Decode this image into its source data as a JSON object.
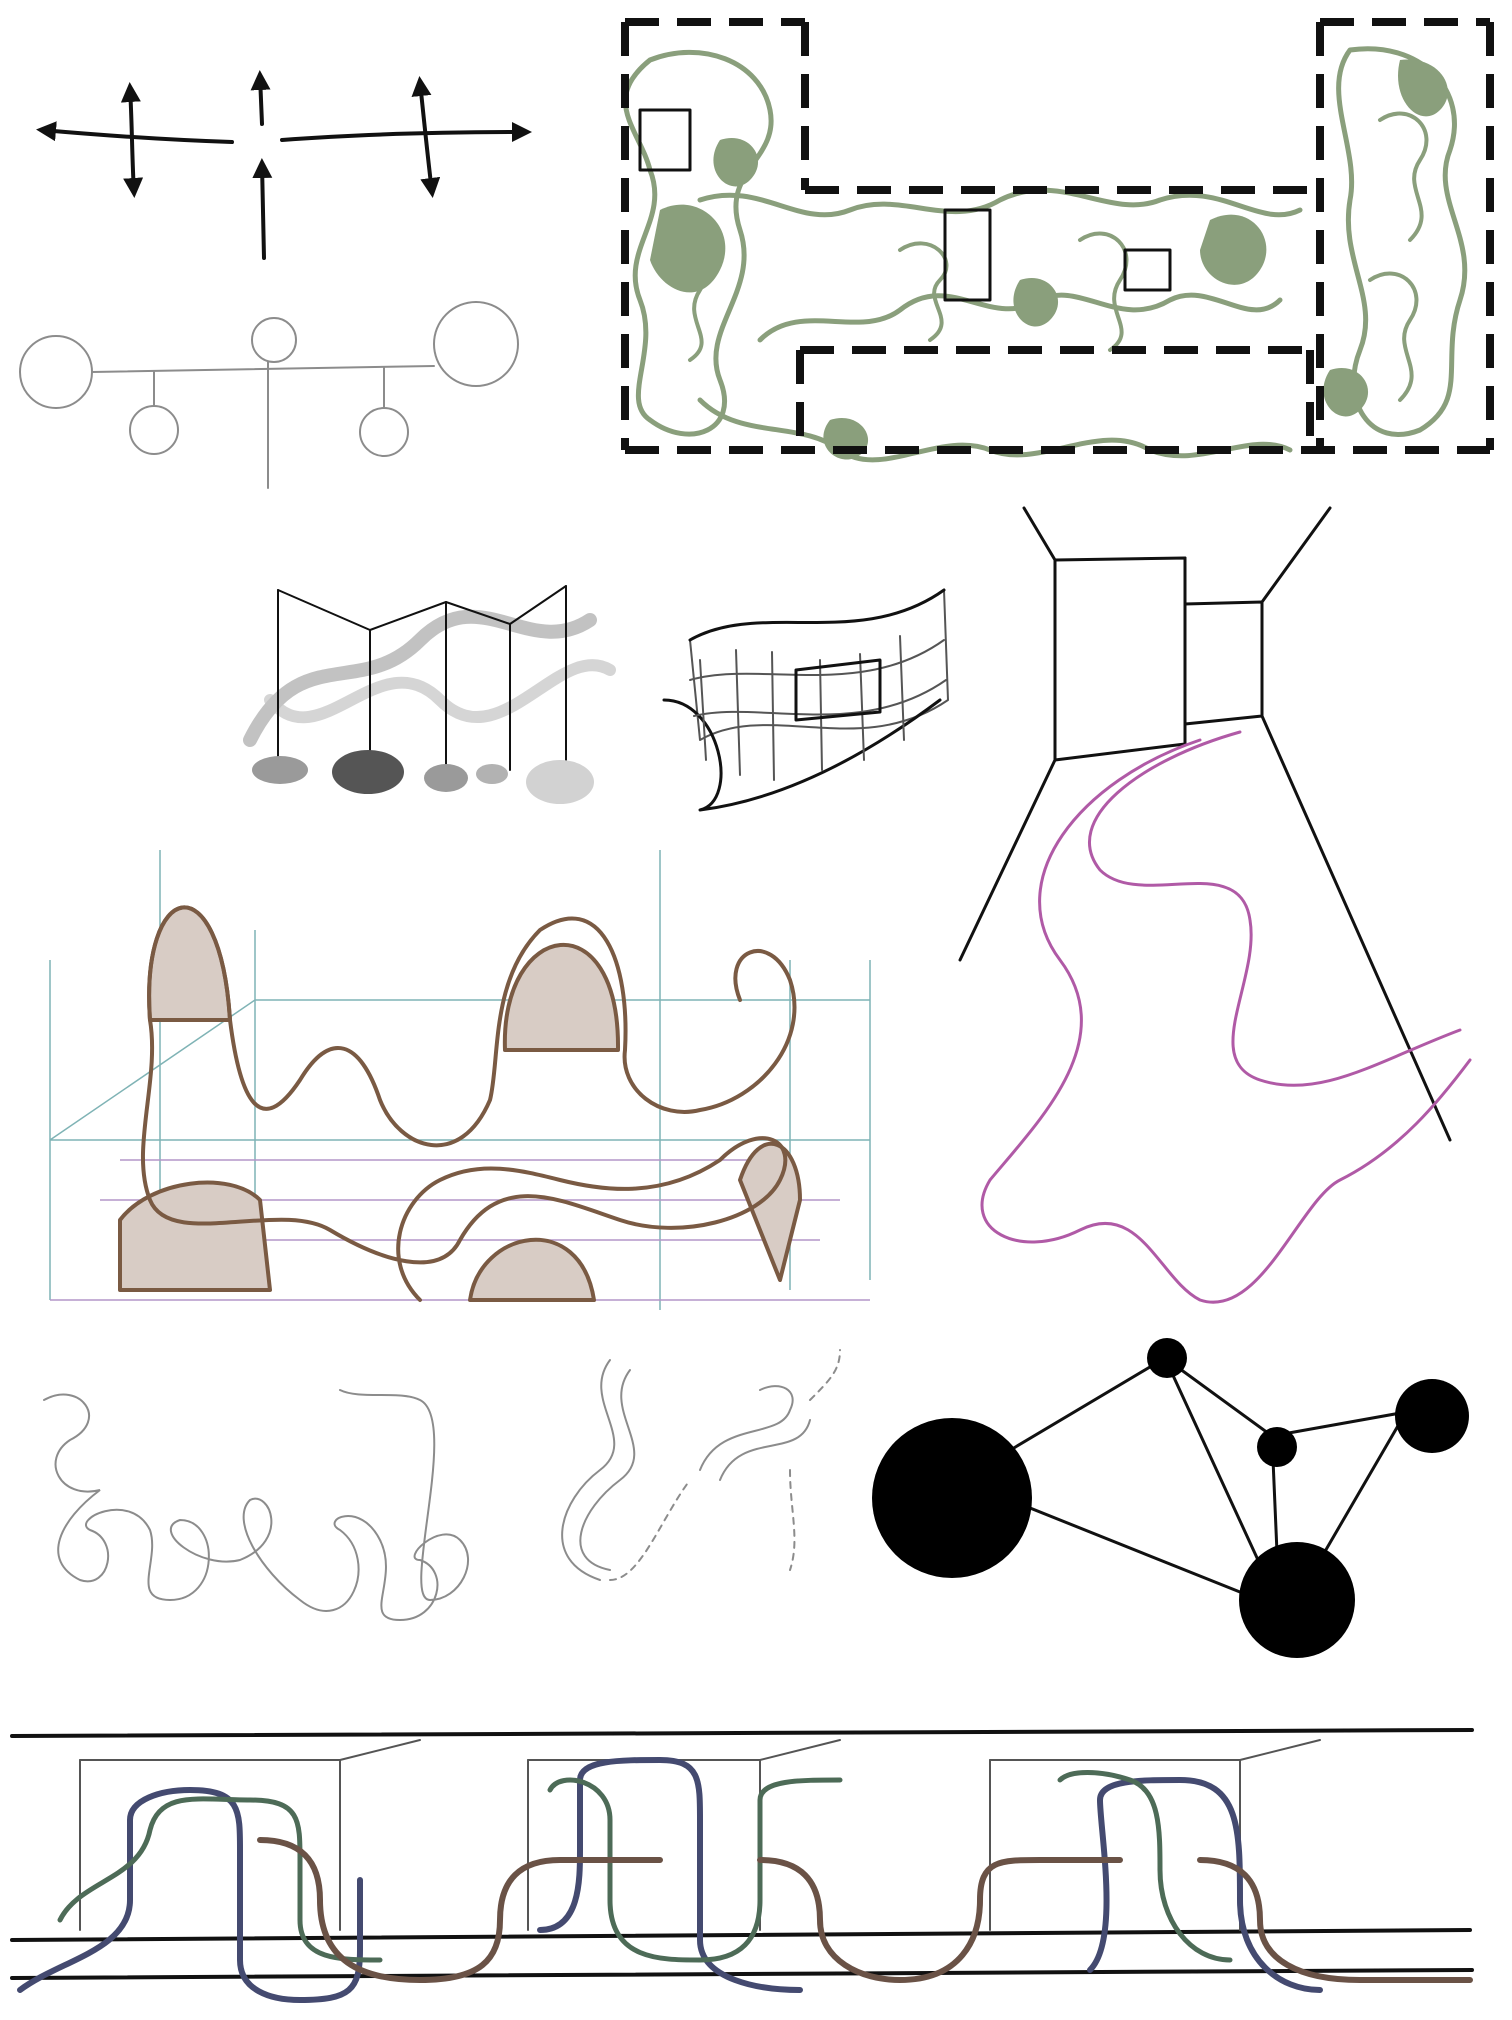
{
  "board": {
    "background": "#ffffff",
    "panels": [
      "axes-arrows-sketch",
      "circle-node-network",
      "sage-blob-floorplan",
      "folding-screen-waves",
      "curved-grid-panel",
      "perspective-room-flow",
      "brown-loop-3d-frame",
      "tangled-curly-line",
      "dashed-curves",
      "black-bubble-network",
      "rhythm-boxes-strip"
    ]
  },
  "colors": {
    "ink": "#111111",
    "sage_green": "#8a9f7c",
    "brown": "#7a5a43",
    "tan_fill": "#d8ccc5",
    "pink": "#b05aa6",
    "teal_grid": "#7fb3b5",
    "lilac_grid": "#b496c8",
    "navy_ribbon": "#444a70",
    "green_ribbon": "#4d6b57",
    "bronze_ribbon": "#6a5246"
  }
}
